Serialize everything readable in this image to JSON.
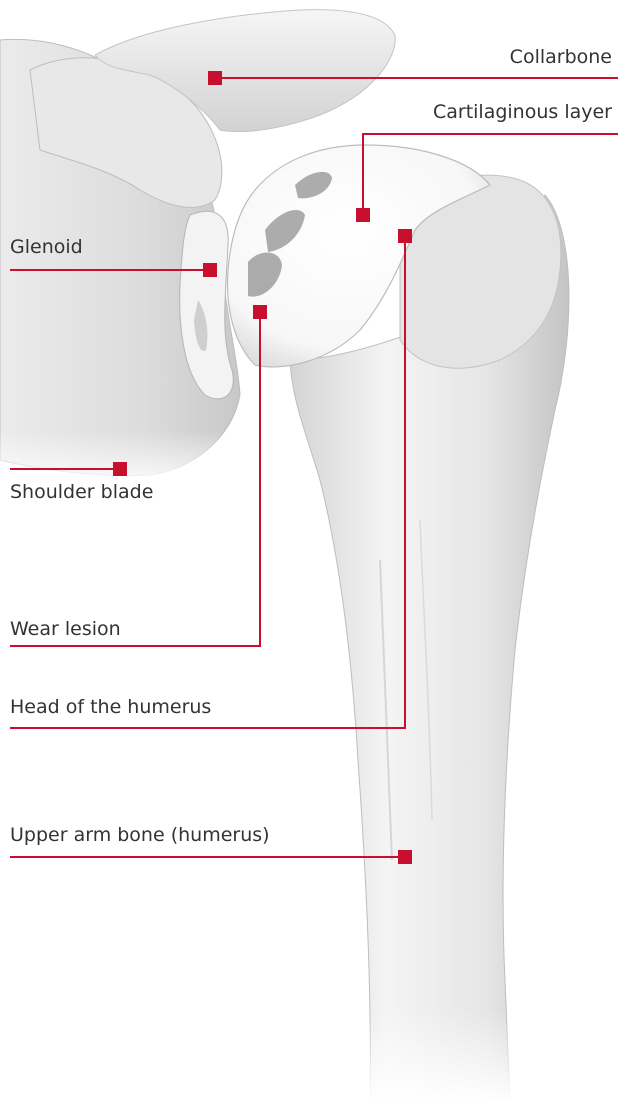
{
  "labels": {
    "collarbone": "Collarbone",
    "cartilaginous_layer": "Cartilaginous layer",
    "glenoid": "Glenoid",
    "shoulder_blade": "Shoulder blade",
    "wear_lesion": "Wear lesion",
    "head_of_humerus": "Head of the humerus",
    "upper_arm_bone": "Upper arm bone (humerus)"
  },
  "colors": {
    "accent": "#c8102e",
    "label_text": "#333333",
    "bone_light": "#f2f2f2",
    "bone_shadow": "#cfcfcf",
    "cartilage_white": "#ffffff",
    "lesion_gray": "#9e9e9e"
  }
}
